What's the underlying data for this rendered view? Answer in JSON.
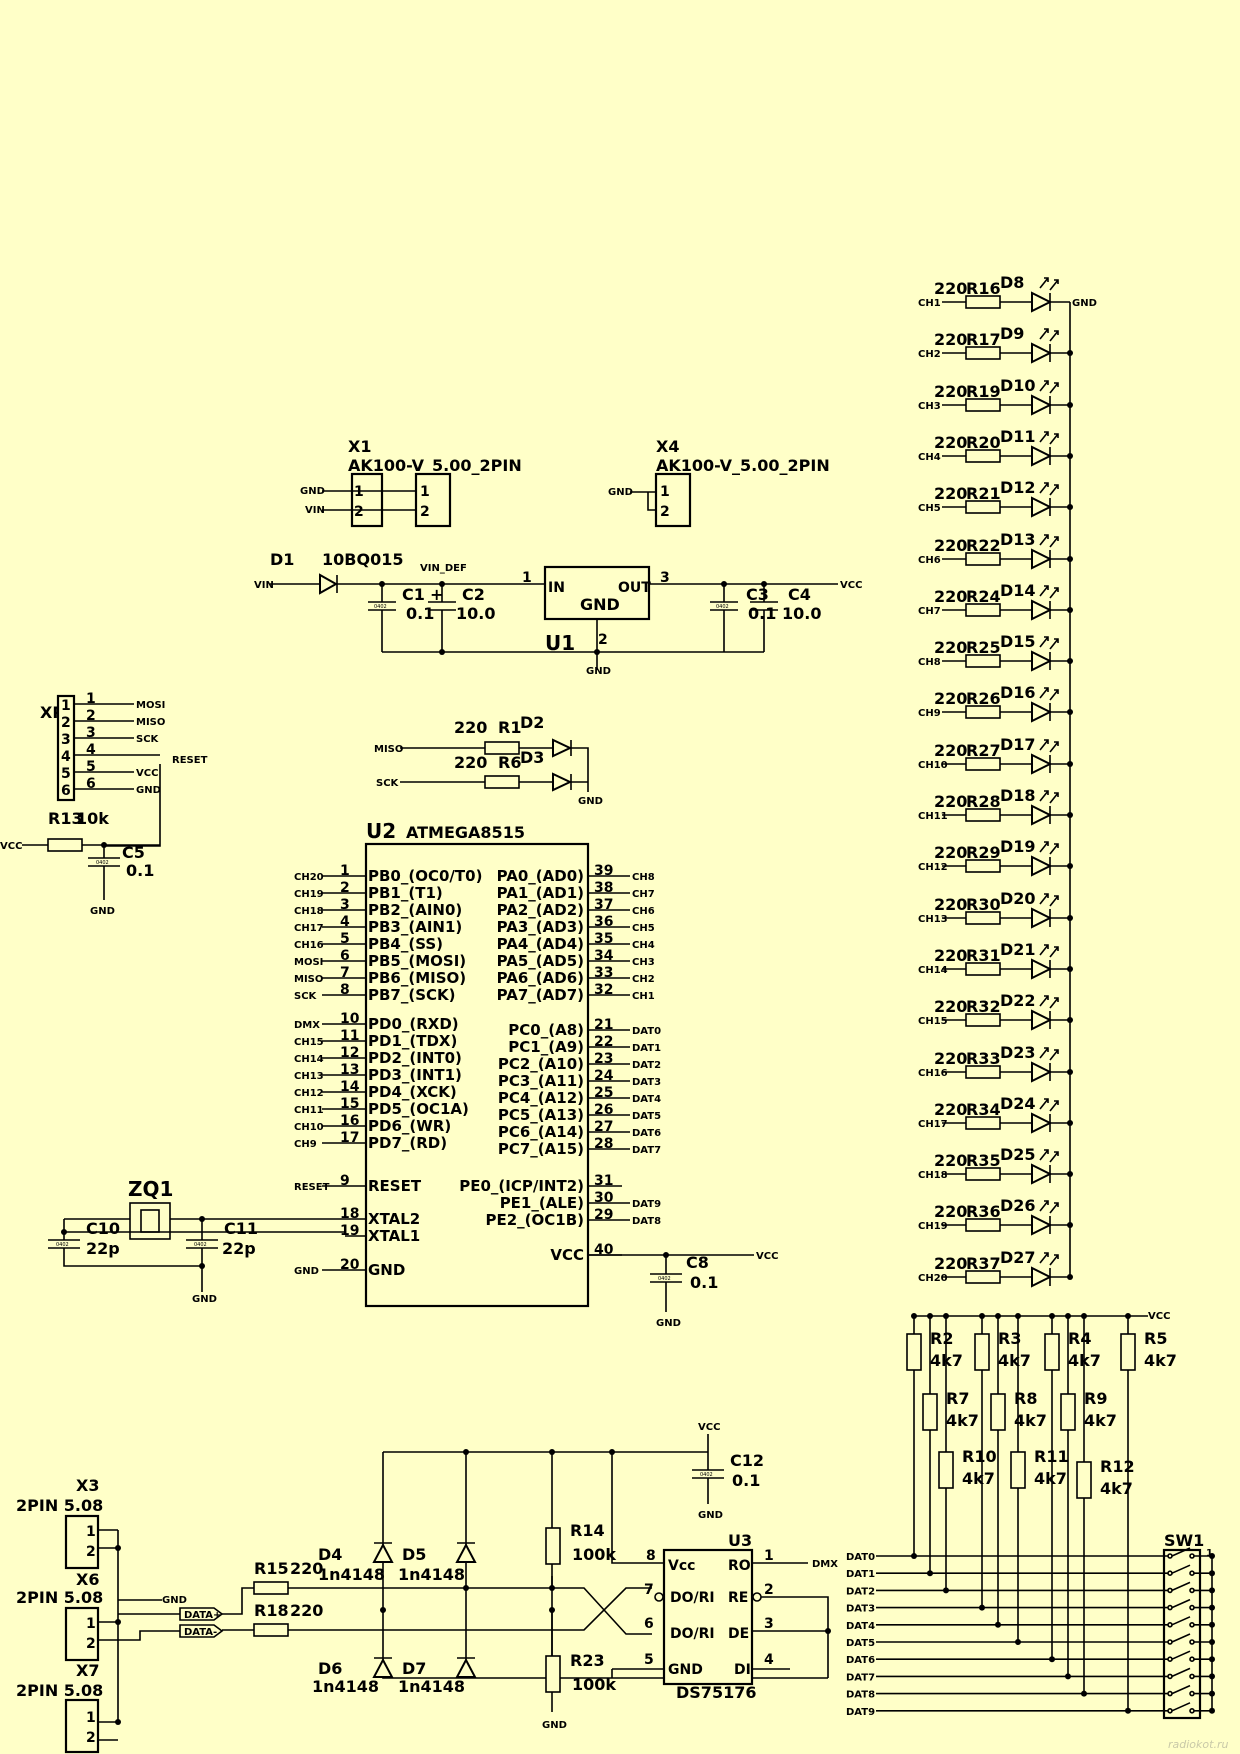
{
  "watermark": "radiokot.ru",
  "led_bank": {
    "ground_label": "GND",
    "rows": [
      {
        "resistor": "R16",
        "value": "220",
        "diode": "D8",
        "channel": "CH1"
      },
      {
        "resistor": "R17",
        "value": "220",
        "diode": "D9",
        "channel": "CH2"
      },
      {
        "resistor": "R19",
        "value": "220",
        "diode": "D10",
        "channel": "CH3"
      },
      {
        "resistor": "R20",
        "value": "220",
        "diode": "D11",
        "channel": "CH4"
      },
      {
        "resistor": "R21",
        "value": "220",
        "diode": "D12",
        "channel": "CH5"
      },
      {
        "resistor": "R22",
        "value": "220",
        "diode": "D13",
        "channel": "CH6"
      },
      {
        "resistor": "R24",
        "value": "220",
        "diode": "D14",
        "channel": "CH7"
      },
      {
        "resistor": "R25",
        "value": "220",
        "diode": "D15",
        "channel": "CH8"
      },
      {
        "resistor": "R26",
        "value": "220",
        "diode": "D16",
        "channel": "CH9"
      },
      {
        "resistor": "R27",
        "value": "220",
        "diode": "D17",
        "channel": "CH10"
      },
      {
        "resistor": "R28",
        "value": "220",
        "diode": "D18",
        "channel": "CH11"
      },
      {
        "resistor": "R29",
        "value": "220",
        "diode": "D19",
        "channel": "CH12"
      },
      {
        "resistor": "R30",
        "value": "220",
        "diode": "D20",
        "channel": "CH13"
      },
      {
        "resistor": "R31",
        "value": "220",
        "diode": "D21",
        "channel": "CH14"
      },
      {
        "resistor": "R32",
        "value": "220",
        "diode": "D22",
        "channel": "CH15"
      },
      {
        "resistor": "R33",
        "value": "220",
        "diode": "D23",
        "channel": "CH16"
      },
      {
        "resistor": "R34",
        "value": "220",
        "diode": "D24",
        "channel": "CH17"
      },
      {
        "resistor": "R35",
        "value": "220",
        "diode": "D25",
        "channel": "CH18"
      },
      {
        "resistor": "R36",
        "value": "220",
        "diode": "D26",
        "channel": "CH19"
      },
      {
        "resistor": "R37",
        "value": "220",
        "diode": "D27",
        "channel": "CH20"
      }
    ]
  },
  "connectors": {
    "x1": {
      "ref": "X1",
      "type": "AK100-V_5.00_2PIN",
      "pins": [
        "1",
        "2"
      ],
      "nets": [
        "GND",
        "VIN"
      ]
    },
    "x4": {
      "ref": "X4",
      "type": "AK100-V_5.00_2PIN",
      "pins": [
        "1",
        "2"
      ],
      "nets": [
        "GND"
      ]
    },
    "xp1": {
      "ref": "XP1",
      "pins": [
        "1",
        "2",
        "3",
        "4",
        "5",
        "6"
      ],
      "nets": [
        "MOSI",
        "MISO",
        "SCK",
        "RESET",
        "VCC",
        "GND"
      ]
    },
    "x3": {
      "ref": "X3",
      "type": "2PIN 5.08",
      "pins": [
        "1",
        "2"
      ]
    },
    "x6": {
      "ref": "X6",
      "type": "2PIN 5.08",
      "pins": [
        "1",
        "2"
      ]
    },
    "x7": {
      "ref": "X7",
      "type": "2PIN 5.08",
      "pins": [
        "1",
        "2"
      ]
    }
  },
  "power": {
    "d1_ref": "D1",
    "d1_value": "10BQ015",
    "vin": "VIN",
    "vin_def": "VIN_DEF",
    "c1": {
      "ref": "C1",
      "value": "0.1"
    },
    "c2": {
      "ref": "C2",
      "value": "10.0"
    },
    "c3": {
      "ref": "C3",
      "value": "0.1"
    },
    "c4": {
      "ref": "C4",
      "value": "10.0"
    },
    "u1": {
      "ref": "U1",
      "in": "IN",
      "out": "OUT",
      "gnd": "GND",
      "pin_in": "1",
      "pin_out": "3",
      "pin_gnd": "2"
    },
    "vcc": "VCC",
    "gnd": "GND",
    "plus": "+"
  },
  "isp_leds": {
    "r1": {
      "ref": "R1",
      "value": "220"
    },
    "r6": {
      "ref": "R6",
      "value": "220"
    },
    "d2": "D2",
    "d3": "D3",
    "miso": "MISO",
    "sck": "SCK",
    "gnd": "GND"
  },
  "reset_net": {
    "r13": {
      "ref": "R13",
      "value": "10k"
    },
    "c5": {
      "ref": "C5",
      "value": "0.1"
    },
    "vcc": "VCC",
    "gnd": "GND"
  },
  "mcu": {
    "ref": "U2",
    "part": "ATMEGA8515",
    "left_pins": [
      {
        "num": "1",
        "name": "PB0_(OC0/T0)",
        "net": "CH20"
      },
      {
        "num": "2",
        "name": "PB1_(T1)",
        "net": "CH19"
      },
      {
        "num": "3",
        "name": "PB2_(AIN0)",
        "net": "CH18"
      },
      {
        "num": "4",
        "name": "PB3_(AIN1)",
        "net": "CH17"
      },
      {
        "num": "5",
        "name": "PB4_(SS)",
        "net": "CH16"
      },
      {
        "num": "6",
        "name": "PB5_(MOSI)",
        "net": "MOSI"
      },
      {
        "num": "7",
        "name": "PB6_(MISO)",
        "net": "MISO"
      },
      {
        "num": "8",
        "name": "PB7_(SCK)",
        "net": "SCK"
      },
      {
        "num": "10",
        "name": "PD0_(RXD)",
        "net": "DMX"
      },
      {
        "num": "11",
        "name": "PD1_(TDX)",
        "net": "CH15"
      },
      {
        "num": "12",
        "name": "PD2_(INT0)",
        "net": "CH14"
      },
      {
        "num": "13",
        "name": "PD3_(INT1)",
        "net": "CH13"
      },
      {
        "num": "14",
        "name": "PD4_(XCK)",
        "net": "CH12"
      },
      {
        "num": "15",
        "name": "PD5_(OC1A)",
        "net": "CH11"
      },
      {
        "num": "16",
        "name": "PD6_(WR)",
        "net": "CH10"
      },
      {
        "num": "17",
        "name": "PD7_(RD)",
        "net": "CH9"
      },
      {
        "num": "9",
        "name": "RESET",
        "net": "RESET"
      },
      {
        "num": "18",
        "name": "XTAL2",
        "net": ""
      },
      {
        "num": "19",
        "name": "XTAL1",
        "net": ""
      },
      {
        "num": "20",
        "name": "GND",
        "net": "GND"
      }
    ],
    "right_pins": [
      {
        "num": "39",
        "name": "PA0_(AD0)",
        "net": "CH8"
      },
      {
        "num": "38",
        "name": "PA1_(AD1)",
        "net": "CH7"
      },
      {
        "num": "37",
        "name": "PA2_(AD2)",
        "net": "CH6"
      },
      {
        "num": "36",
        "name": "PA3_(AD3)",
        "net": "CH5"
      },
      {
        "num": "35",
        "name": "PA4_(AD4)",
        "net": "CH4"
      },
      {
        "num": "34",
        "name": "PA5_(AD5)",
        "net": "CH3"
      },
      {
        "num": "33",
        "name": "PA6_(AD6)",
        "net": "CH2"
      },
      {
        "num": "32",
        "name": "PA7_(AD7)",
        "net": "CH1"
      },
      {
        "num": "21",
        "name": "PC0_(A8)",
        "net": "DAT0"
      },
      {
        "num": "22",
        "name": "PC1_(A9)",
        "net": "DAT1"
      },
      {
        "num": "23",
        "name": "PC2_(A10)",
        "net": "DAT2"
      },
      {
        "num": "24",
        "name": "PC3_(A11)",
        "net": "DAT3"
      },
      {
        "num": "25",
        "name": "PC4_(A12)",
        "net": "DAT4"
      },
      {
        "num": "26",
        "name": "PC5_(A13)",
        "net": "DAT5"
      },
      {
        "num": "27",
        "name": "PC6_(A14)",
        "net": "DAT6"
      },
      {
        "num": "28",
        "name": "PC7_(A15)",
        "net": "DAT7"
      },
      {
        "num": "31",
        "name": "PE0_(ICP/INT2)",
        "net": ""
      },
      {
        "num": "30",
        "name": "PE1_(ALE)",
        "net": "DAT9"
      },
      {
        "num": "29",
        "name": "PE2_(OC1B)",
        "net": "DAT8"
      },
      {
        "num": "40",
        "name": "VCC",
        "net": "VCC"
      }
    ]
  },
  "clock": {
    "zq1": "ZQ1",
    "c10": {
      "ref": "C10",
      "value": "22p"
    },
    "c11": {
      "ref": "C11",
      "value": "22p"
    },
    "c8": {
      "ref": "C8",
      "value": "0.1"
    },
    "gnd": "GND",
    "vcc": "VCC"
  },
  "pullups": {
    "vcc": "VCC",
    "resistors": [
      {
        "ref": "R2",
        "value": "4k7"
      },
      {
        "ref": "R3",
        "value": "4k7"
      },
      {
        "ref": "R4",
        "value": "4k7"
      },
      {
        "ref": "R5",
        "value": "4k7"
      },
      {
        "ref": "R7",
        "value": "4k7"
      },
      {
        "ref": "R8",
        "value": "4k7"
      },
      {
        "ref": "R9",
        "value": "4k7"
      },
      {
        "ref": "R10",
        "value": "4k7"
      },
      {
        "ref": "R11",
        "value": "4k7"
      },
      {
        "ref": "R12",
        "value": "4k7"
      }
    ]
  },
  "dip_switch": {
    "ref": "SW1",
    "nets": [
      "DAT0",
      "DAT1",
      "DAT2",
      "DAT3",
      "DAT4",
      "DAT5",
      "DAT6",
      "DAT7",
      "DAT8",
      "DAT9"
    ],
    "pin_first": "1"
  },
  "rs485": {
    "u3": {
      "ref": "U3",
      "part": "DS75176"
    },
    "pins": {
      "vcc": "Vcc",
      "ro": "RO",
      "dori1": "DO/RI",
      "re": "RE",
      "dori2": "DO/RI",
      "de": "DE",
      "gnd": "GND",
      "di": "DI"
    },
    "pin_nums": {
      "vcc": "8",
      "ro": "1",
      "dori1": "7",
      "re": "2",
      "dori2": "6",
      "de": "3",
      "gnd": "5",
      "di": "4"
    },
    "ro_net": "DMX",
    "c12": {
      "ref": "C12",
      "value": "0.1"
    },
    "r14": {
      "ref": "R14",
      "value": "100k"
    },
    "r23": {
      "ref": "R23",
      "value": "100k"
    },
    "r15": {
      "ref": "R15",
      "value": "220"
    },
    "r18": {
      "ref": "R18",
      "value": "220"
    },
    "d4": {
      "ref": "D4",
      "value": "1n4148"
    },
    "d5": {
      "ref": "D5",
      "value": "1n4148"
    },
    "d6": {
      "ref": "D6",
      "value": "1n4148"
    },
    "d7": {
      "ref": "D7",
      "value": "1n4148"
    },
    "data_plus": "DATA+",
    "data_minus": "DATA-",
    "vcc": "VCC",
    "gnd": "GND"
  }
}
